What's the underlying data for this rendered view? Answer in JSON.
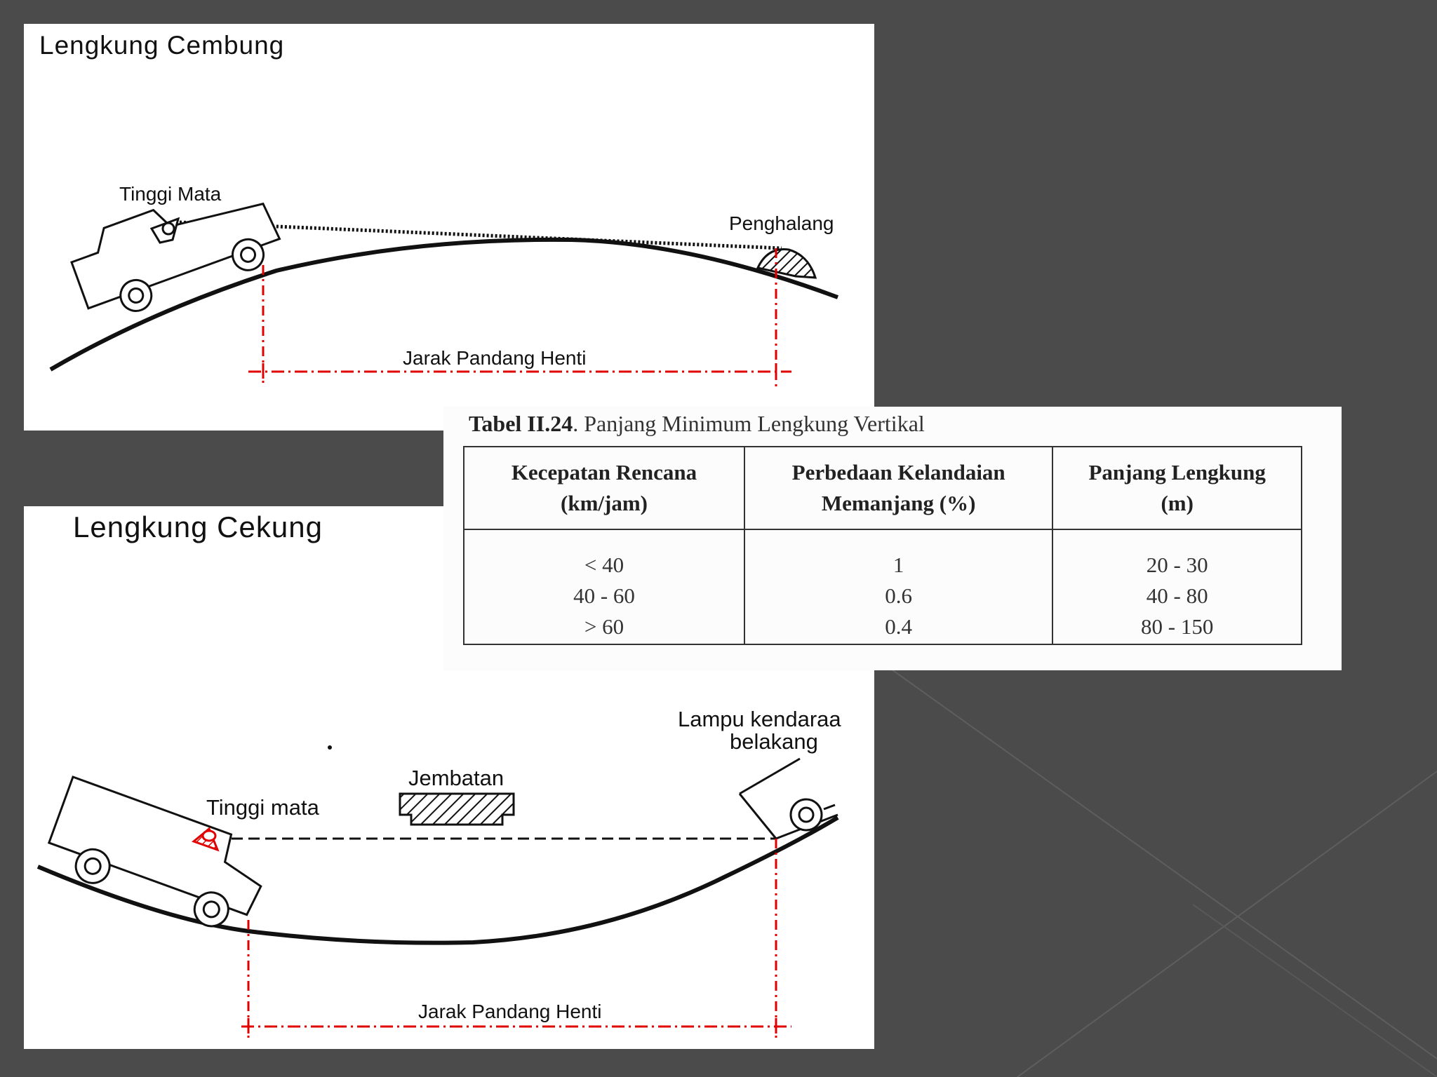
{
  "convex": {
    "title": "Lengkung  Cembung",
    "eye_height_label": "Tinggi Mata",
    "obstacle_label": "Penghalang",
    "distance_label": "Jarak Pandang Henti"
  },
  "concave": {
    "title": "Lengkung   Cekung",
    "eye_height_label": "Tinggi mata",
    "bridge_label": "Jembatan",
    "rear_lamp_label_line1": "Lampu kendaraa",
    "rear_lamp_label_line2": "belakang",
    "distance_label": "Jarak Pandang Henti"
  },
  "table": {
    "caption_number": "Tabel II.24",
    "caption_text": ". Panjang Minimum Lengkung Vertikal",
    "headers": [
      [
        "Kecepatan Rencana",
        "(km/jam)"
      ],
      [
        "Perbedaan Kelandaian",
        "Memanjang (%)"
      ],
      [
        "Panjang Lengkung",
        "(m)"
      ]
    ],
    "rows": [
      [
        "< 40",
        "1",
        "20 - 30"
      ],
      [
        "40 - 60",
        "0.6",
        "40 - 80"
      ],
      [
        "> 60",
        "0.4",
        "80 - 150"
      ]
    ]
  },
  "colors": {
    "background": "#4b4b4b",
    "panel": "#ffffff",
    "dimension_line": "#e00000",
    "eye_marker": "#e00000",
    "ink": "#111111"
  },
  "icons": [
    "car-icon",
    "driver-icon",
    "obstacle-icon",
    "bridge-icon",
    "rear-vehicle-icon"
  ]
}
